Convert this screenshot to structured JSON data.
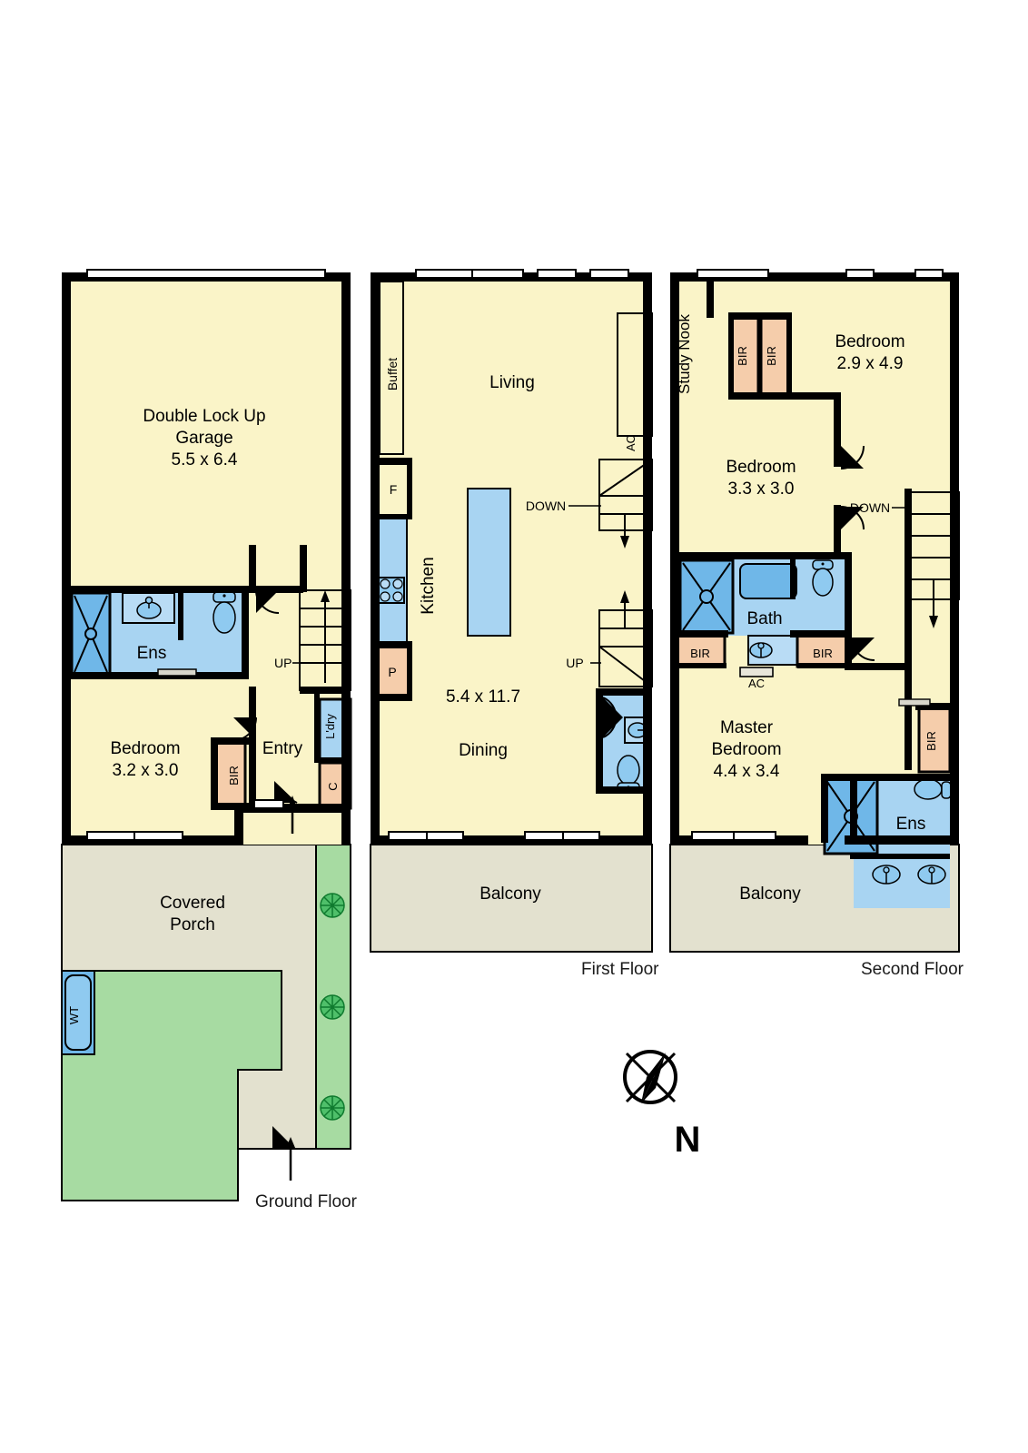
{
  "page": {
    "title": "Residential Floor Plan",
    "background": "#ffffff"
  },
  "colors": {
    "wall": "#000000",
    "room_fill": "#faf4c8",
    "wet_fill": "#a8d4f2",
    "robe_fill": "#f5cdab",
    "outdoor_fill": "#e3e1cf",
    "garden_fill": "#a7dba2",
    "window_white": "#ffffff"
  },
  "floors": [
    {
      "id": "ground",
      "label": "Ground Floor",
      "rooms": [
        {
          "name": "Double Lock Up Garage",
          "line1": "Double Lock Up",
          "line2": "Garage",
          "dims": "5.5 x 6.4"
        },
        {
          "name": "Ens",
          "line1": "Ens",
          "dims": ""
        },
        {
          "name": "Bedroom",
          "line1": "Bedroom",
          "dims": "3.2 x 3.0"
        },
        {
          "name": "Entry",
          "line1": "Entry",
          "dims": ""
        },
        {
          "name": "Covered Porch",
          "line1": "Covered",
          "line2": "Porch",
          "dims": ""
        }
      ],
      "annotations": [
        {
          "key": "bir",
          "text": "BIR"
        },
        {
          "key": "laundry",
          "text": "L'dry"
        },
        {
          "key": "cupboard",
          "text": "C"
        },
        {
          "key": "stair_up",
          "text": "UP"
        },
        {
          "key": "water_tank",
          "text": "WT"
        }
      ]
    },
    {
      "id": "first",
      "label": "First Floor",
      "rooms": [
        {
          "name": "Living",
          "line1": "Living",
          "dims": ""
        },
        {
          "name": "Kitchen",
          "line1": "Kitchen",
          "dims": ""
        },
        {
          "name": "Dining",
          "line1": "Dining",
          "dims": "5.4 x 11.7"
        },
        {
          "name": "Balcony",
          "line1": "Balcony",
          "dims": ""
        }
      ],
      "annotations": [
        {
          "key": "buffet",
          "text": "Buffet"
        },
        {
          "key": "fridge",
          "text": "F"
        },
        {
          "key": "pantry",
          "text": "P"
        },
        {
          "key": "aircon",
          "text": "AC"
        },
        {
          "key": "stair_down",
          "text": "DOWN"
        },
        {
          "key": "stair_up",
          "text": "UP"
        }
      ]
    },
    {
      "id": "second",
      "label": "Second Floor",
      "rooms": [
        {
          "name": "Bedroom 2",
          "line1": "Bedroom",
          "dims": "2.9 x 4.9"
        },
        {
          "name": "Bedroom 3",
          "line1": "Bedroom",
          "dims": "3.3 x 3.0"
        },
        {
          "name": "Master Bedroom",
          "line1": "Master",
          "line2": "Bedroom",
          "dims": "4.4 x 3.4"
        },
        {
          "name": "Bath",
          "line1": "Bath",
          "dims": ""
        },
        {
          "name": "Ens",
          "line1": "Ens",
          "dims": ""
        },
        {
          "name": "Balcony",
          "line1": "Balcony",
          "dims": ""
        }
      ],
      "annotations": [
        {
          "key": "study_nook",
          "text": "Study Nook"
        },
        {
          "key": "bir1",
          "text": "BIR"
        },
        {
          "key": "bir2",
          "text": "BIR"
        },
        {
          "key": "bir3",
          "text": "BIR"
        },
        {
          "key": "bir4",
          "text": "BIR"
        },
        {
          "key": "bir5",
          "text": "BIR"
        },
        {
          "key": "aircon",
          "text": "AC"
        },
        {
          "key": "stair_down",
          "text": "DOWN"
        }
      ]
    }
  ],
  "compass": {
    "label": "N",
    "name": "north-arrow"
  }
}
